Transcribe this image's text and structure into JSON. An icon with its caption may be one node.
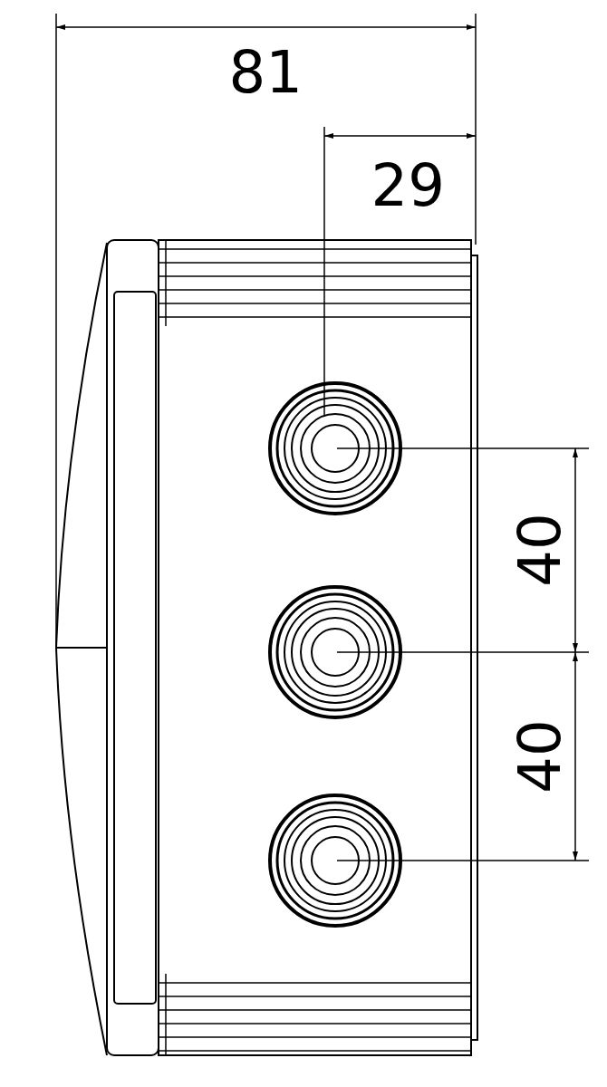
{
  "diagram": {
    "labels": [
      "81",
      "29",
      "40",
      "40"
    ]
  }
}
